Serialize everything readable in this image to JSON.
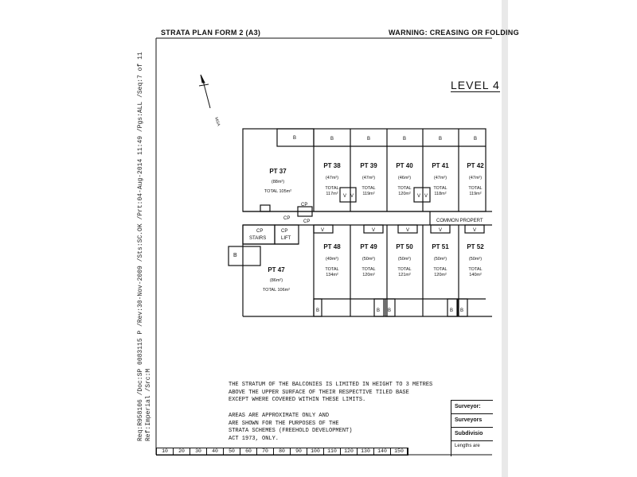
{
  "header": {
    "form_title": "STRATA PLAN FORM 2  (A3)",
    "warning": "WARNING: CREASING OR FOLDING"
  },
  "margin_text": {
    "line1": "Req:R958106 /Doc:SP 0083115 P /Rev:30-Nov-2009 /Sts:SC.OK /Prt:04-Aug-2014 11:49 /Pgs:ALL /Seq:7 of 11",
    "line2": "Ref:Imperial /Src:M"
  },
  "level_label": "LEVEL 4",
  "north_label": "MGA",
  "lots_top": [
    {
      "name": "PT 38",
      "area": "(47m²)",
      "total_label": "TOTAL",
      "total": "117m²"
    },
    {
      "name": "PT 39",
      "area": "(47m²)",
      "total_label": "TOTAL",
      "total": "119m²"
    },
    {
      "name": "PT 40",
      "area": "(46m²)",
      "total_label": "TOTAL",
      "total": "120m²"
    },
    {
      "name": "PT 41",
      "area": "(47m²)",
      "total_label": "TOTAL",
      "total": "118m²"
    },
    {
      "name": "PT 42",
      "area": "(47m²)",
      "total_label": "TOTAL",
      "total": "119m²"
    }
  ],
  "lots_bottom": [
    {
      "name": "PT 48",
      "area": "(49m²)",
      "total_label": "TOTAL",
      "total": "134m²"
    },
    {
      "name": "PT 49",
      "area": "(50m²)",
      "total_label": "TOTAL",
      "total": "120m²"
    },
    {
      "name": "PT 50",
      "area": "(50m²)",
      "total_label": "TOTAL",
      "total": "121m²"
    },
    {
      "name": "PT 51",
      "area": "(50m²)",
      "total_label": "TOTAL",
      "total": "120m²"
    },
    {
      "name": "PT 52",
      "area": "(50m²)",
      "total_label": "TOTAL",
      "total": "140m²"
    }
  ],
  "pt37": {
    "name": "PT 37",
    "area": "(88m²)",
    "total": "TOTAL 105m²"
  },
  "pt47": {
    "name": "PT 47",
    "area": "(86m²)",
    "total": "TOTAL 106m²"
  },
  "labels": {
    "b": "B",
    "v": "V",
    "cp": "CP",
    "stairs": "STAIRS",
    "lift": "LIFT",
    "common": "COMMON  PROPERT"
  },
  "notes": {
    "stratum": "THE STRATUM OF THE BALCONIES IS LIMITED IN HEIGHT TO 3 METRES\nABOVE THE UPPER SURFACE OF THEIR RESPECTIVE TILED BASE\nEXCEPT WHERE COVERED WITHIN THESE LIMITS.",
    "areas": "AREAS ARE APPROXIMATE ONLY AND\nARE SHOWN FOR THE PURPOSES OF THE\nSTRATA SCHEMES (FREEHOLD DEVELOPMENT)\nACT 1973, ONLY."
  },
  "side_panel": {
    "surveyor": "Surveyor:",
    "surveyors": "Surveyors",
    "subdivision": "Subdivisio",
    "lengths": "Lengths are"
  },
  "ruler": [
    "10",
    "20",
    "30",
    "40",
    "50",
    "60",
    "70",
    "80",
    "90",
    "100",
    "110",
    "120",
    "130",
    "140",
    "150"
  ]
}
